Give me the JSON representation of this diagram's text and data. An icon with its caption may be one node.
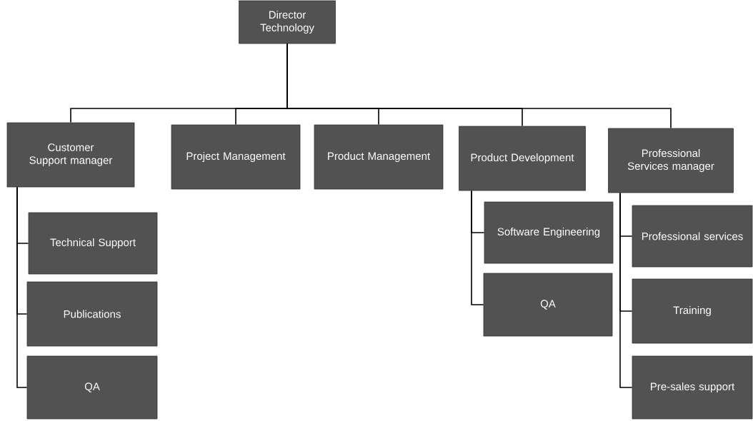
{
  "diagram": {
    "nodes": [
      {
        "text": [
          "Director Technology"
        ]
      },
      {
        "text": [
          "Customer Support manager"
        ]
      },
      {
        "text": [
          "Project Management"
        ]
      },
      {
        "text": [
          "Product Management"
        ]
      },
      {
        "text": [
          "Product Development"
        ]
      },
      {
        "text": [
          "Professional Services manager"
        ]
      },
      {
        "text": [
          "Technical Support"
        ]
      },
      {
        "text": [
          "Publications"
        ]
      },
      {
        "text": [
          "QA"
        ]
      },
      {
        "text": [
          "Software Engineering"
        ]
      },
      {
        "text": [
          "QA"
        ]
      },
      {
        "text": [
          "Professional services"
        ]
      },
      {
        "text": [
          "Training"
        ]
      },
      {
        "text": [
          "Pre-sales support"
        ]
      }
    ],
    "edges": [
      {
        "from": 0,
        "to": 1,
        "arrow": "none"
      },
      {
        "from": 0,
        "to": 2,
        "arrow": "none"
      },
      {
        "from": 0,
        "to": 3,
        "arrow": "none"
      },
      {
        "from": 0,
        "to": 4,
        "arrow": "none"
      },
      {
        "from": 0,
        "to": 5,
        "arrow": "none"
      },
      {
        "from": 1,
        "to": 6,
        "arrow": "none"
      },
      {
        "from": 1,
        "to": 7,
        "arrow": "none"
      },
      {
        "from": 1,
        "to": 8,
        "arrow": "none"
      },
      {
        "from": 4,
        "to": 9,
        "arrow": "none"
      },
      {
        "from": 4,
        "to": 10,
        "arrow": "none"
      },
      {
        "from": 5,
        "to": 11,
        "arrow": "none"
      },
      {
        "from": 5,
        "to": 12,
        "arrow": "none"
      },
      {
        "from": 5,
        "to": 13,
        "arrow": "none"
      }
    ]
  }
}
